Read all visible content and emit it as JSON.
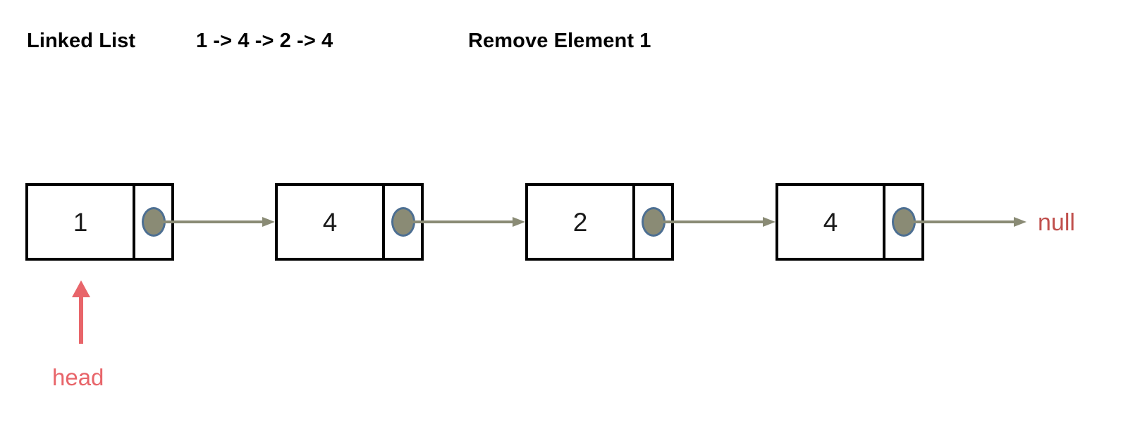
{
  "header": {
    "title": "Linked List",
    "sequence": "1 -> 4 -> 2 -> 4",
    "action": "Remove Element 1"
  },
  "diagram": {
    "type": "linked-list",
    "head_label": "head",
    "terminator_label": "null",
    "nodes": [
      {
        "value": "1",
        "pointer_icon": "pointer-dot"
      },
      {
        "value": "4",
        "pointer_icon": "pointer-dot"
      },
      {
        "value": "2",
        "pointer_icon": "pointer-dot"
      },
      {
        "value": "4",
        "pointer_icon": "pointer-dot"
      }
    ],
    "colors": {
      "node_border": "#000000",
      "node_fill": "#ffffff",
      "pointer_dot_fill": "#8a8b75",
      "pointer_dot_stroke": "#4d6f92",
      "link_arrow": "#8a8b75",
      "head_pointer": "#e8656a",
      "null_text": "#c0504d",
      "header_text": "#000000",
      "background": "#ffffff"
    }
  }
}
